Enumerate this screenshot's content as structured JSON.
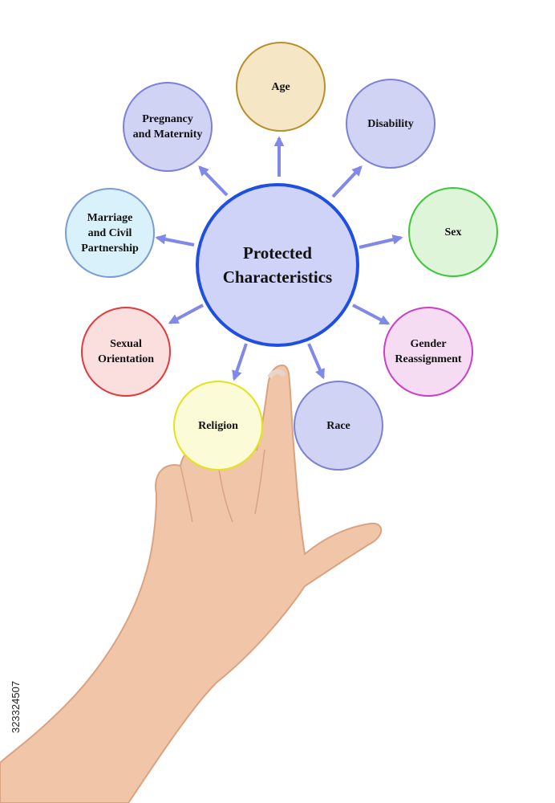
{
  "diagram": {
    "center": {
      "label": "Protected\nCharacteristics"
    },
    "nodes": [
      {
        "id": "age",
        "label": "Age",
        "fill": "#f5e6c5",
        "border": "#b8902a"
      },
      {
        "id": "disability",
        "label": "Disability",
        "fill": "#d0d3f4",
        "border": "#7b82d6"
      },
      {
        "id": "sex",
        "label": "Sex",
        "fill": "#dff5d9",
        "border": "#3cc83a"
      },
      {
        "id": "gender-reassignment",
        "label": "Gender\nReassignment",
        "fill": "#f5dcf3",
        "border": "#cc3fc6"
      },
      {
        "id": "race",
        "label": "Race",
        "fill": "#d0d3f4",
        "border": "#7b82d6"
      },
      {
        "id": "religion",
        "label": "Religion",
        "fill": "#fbfbd8",
        "border": "#e3e31a"
      },
      {
        "id": "sexual-orientation",
        "label": "Sexual\nOrientation",
        "fill": "#fbdede",
        "border": "#e23a3a"
      },
      {
        "id": "marriage-civil-partnership",
        "label": "Marriage\nand Civil\nPartnership",
        "fill": "#d9f1fb",
        "border": "#7b9bd6"
      },
      {
        "id": "pregnancy-maternity",
        "label": "Pregnancy\nand Maternity",
        "fill": "#d0d3f4",
        "border": "#7b82d6"
      }
    ],
    "arrow_color": "#8088e8"
  },
  "side_id": "323324507"
}
